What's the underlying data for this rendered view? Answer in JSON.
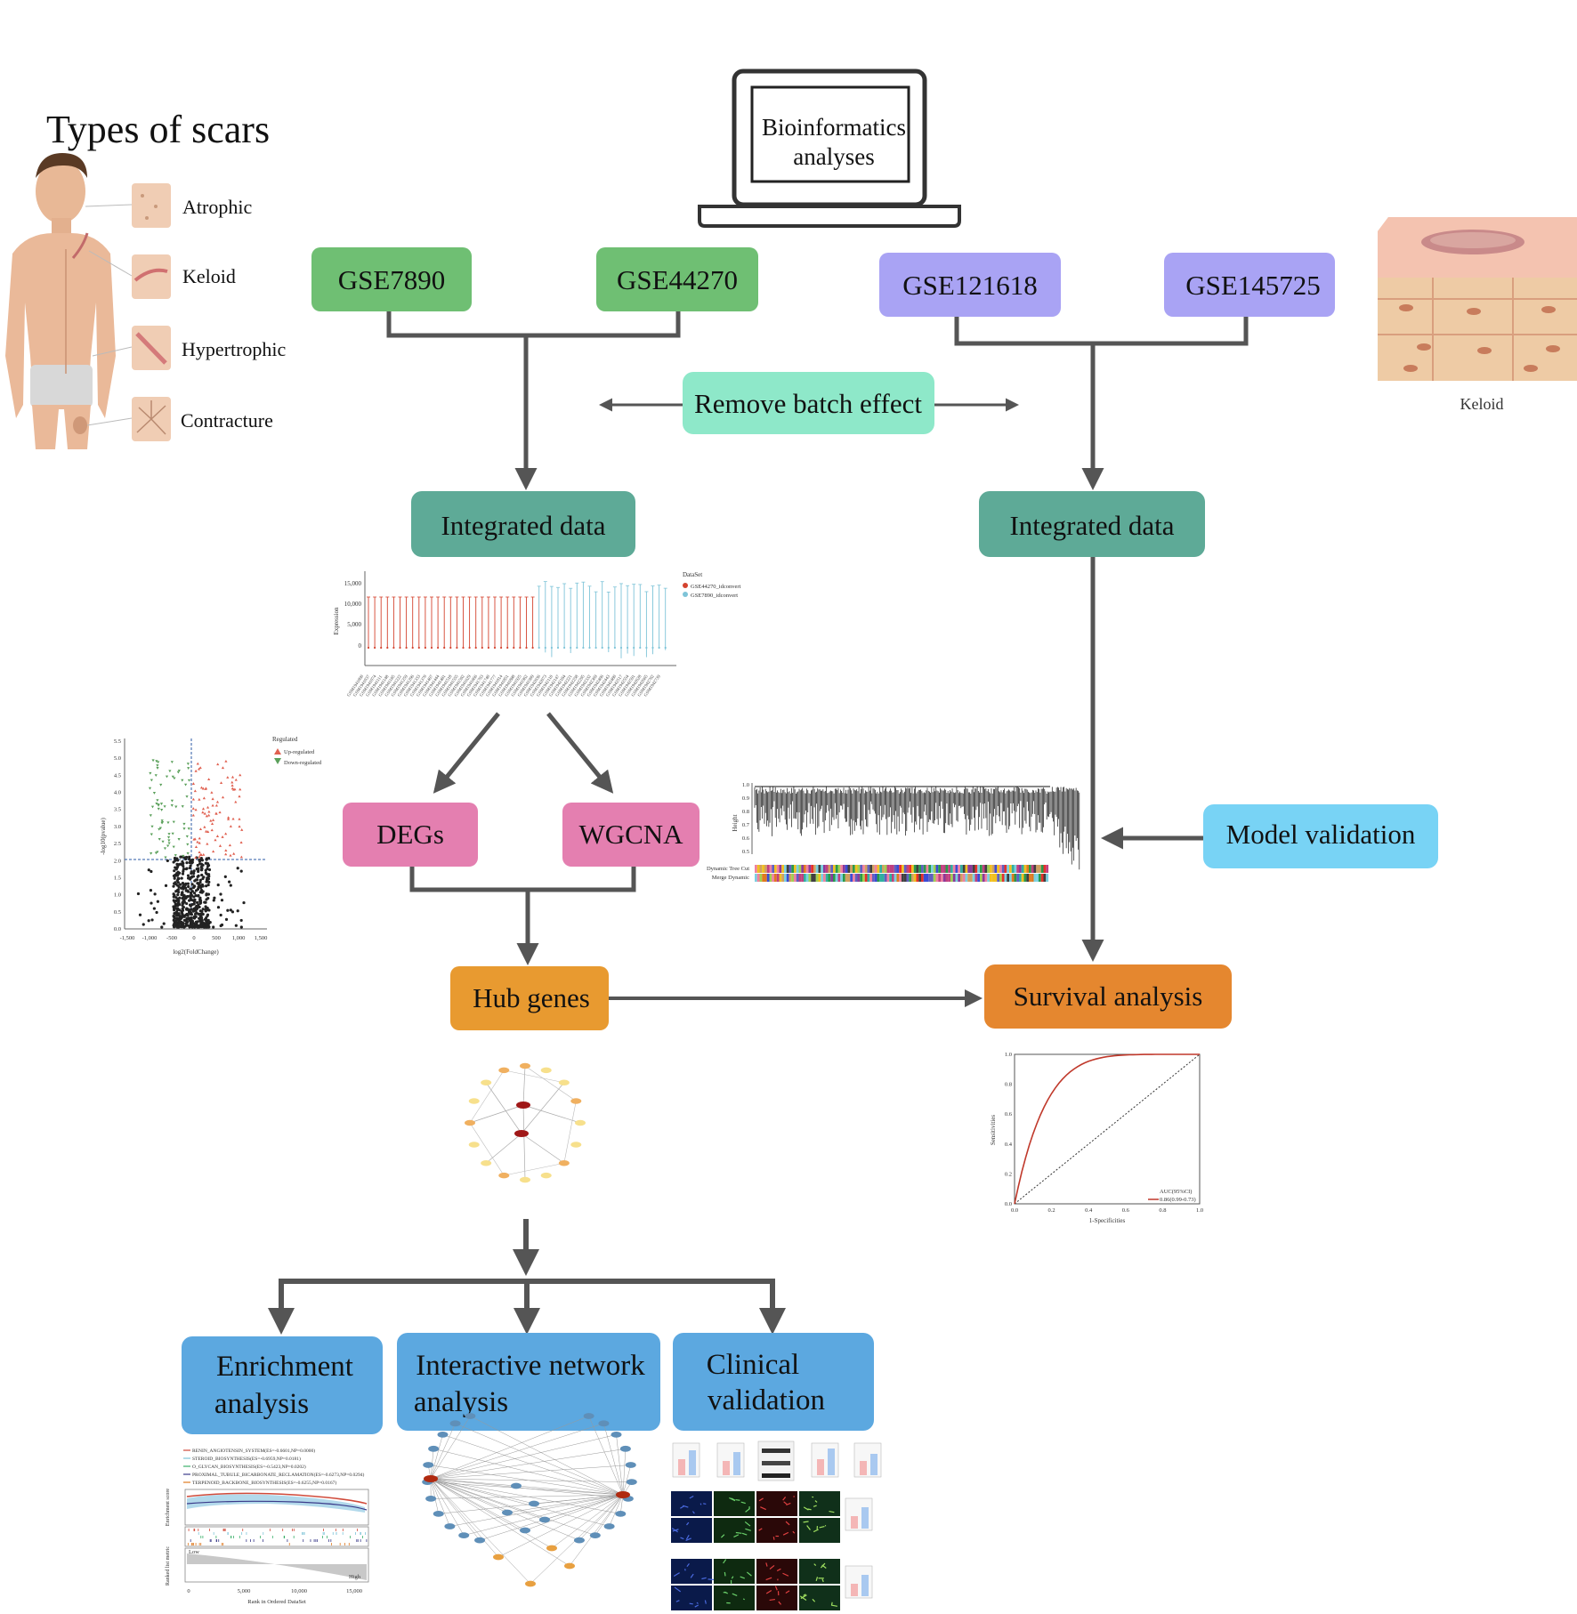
{
  "title": "Types of scars",
  "scar_types": [
    "Atrophic",
    "Keloid",
    "Hypertrophic",
    "Contracture"
  ],
  "laptop_label": [
    "Bioinformatics",
    "analyses"
  ],
  "boxes": {
    "gse7890": "GSE7890",
    "gse44270": "GSE44270",
    "gse121618": "GSE121618",
    "gse145725": "GSE145725",
    "remove_batch": "Remove batch effect",
    "integrated_left": "Integrated data",
    "integrated_right": "Integrated data",
    "degs": "DEGs",
    "wgcna": "WGCNA",
    "hub_genes": "Hub genes",
    "survival": "Survival analysis",
    "model_validation": "Model validation",
    "enrichment": [
      "Enrichment",
      "analysis"
    ],
    "network": [
      "Interactive network",
      "analysis"
    ],
    "clinical": [
      "Clinical",
      "validation"
    ]
  },
  "keloid_caption": "Keloid",
  "colors": {
    "green": "#6fbf73",
    "purple": "#a9a3f4",
    "mint": "#8ee8c9",
    "teal": "#5eaa97",
    "pink": "#e47fb0",
    "orange_hub": "#e89a30",
    "orange_surv": "#e5872f",
    "sky": "#78d3f5",
    "blue": "#5ca8e0",
    "arrow": "#555555"
  },
  "boxplot": {
    "y_ticks": [
      "15,000",
      "10,000",
      "5,000",
      "0"
    ],
    "y_label": "Expression",
    "legend_title": "DataSet",
    "legend": [
      "GSE44270_idconvert",
      "GSE7890_idconvert"
    ]
  },
  "volcano": {
    "legend_title": "Regulated",
    "legend": [
      "Up-regulated",
      "Down-regulated"
    ],
    "y_ticks": [
      "5.5",
      "5.0",
      "4.5",
      "4.0",
      "3.5",
      "3.0",
      "2.5",
      "2.0",
      "1.5",
      "1.0",
      "0.5",
      "0.0"
    ],
    "x_ticks": [
      "-1,500",
      "-1,000",
      "-500",
      "0",
      "500",
      "1,000",
      "1,500"
    ],
    "x_label": "log2(FoldChange)",
    "y_label": "-log10(pvalue)"
  },
  "dendrogram": {
    "y_ticks": [
      "1.0",
      "0.9",
      "0.8",
      "0.7",
      "0.6",
      "0.5"
    ],
    "y_label": "Height",
    "rows": [
      "Dynamic Tree Cut",
      "Merge Dynamic"
    ]
  },
  "roc": {
    "y_ticks": [
      "1.0",
      "0.8",
      "0.6",
      "0.4",
      "0.2",
      "0.0"
    ],
    "x_ticks": [
      "0.0",
      "0.2",
      "0.4",
      "0.6",
      "0.8",
      "1.0"
    ],
    "x_label": "1-Specificities",
    "y_label": "Sensitivities",
    "legend_title": "AUC(95%CI)",
    "legend_value": "0.86(0.99-0.73)"
  },
  "gsea": {
    "legend": [
      "RENIN_ANGIOTENSIN_SYSTEM(ES=-0.6601,NP=0.0000)",
      "STEROID_BIOSYNTHESIS(ES=-0.6959,NP=0.0181)",
      "O_GLYCAN_BIOSYNTHESIS(ES=-0.5423,NP=0.0202)",
      "PROXIMAL_TUBULE_BICARBONATE_RECLAMATION(ES=-0.6273,NP=0.0294)",
      "TERPENOID_BACKBONE_BIOSYNTHESIS(ES=-0.6255,NP=0.0167)"
    ],
    "x_ticks": [
      "0",
      "5,000",
      "10,000",
      "15,000"
    ],
    "x_label": "Rank in Ordered DataSet",
    "low": "Low",
    "high": "High",
    "y_label_top": "Enrichment score",
    "y_label_bottom": "Ranked list metric"
  }
}
